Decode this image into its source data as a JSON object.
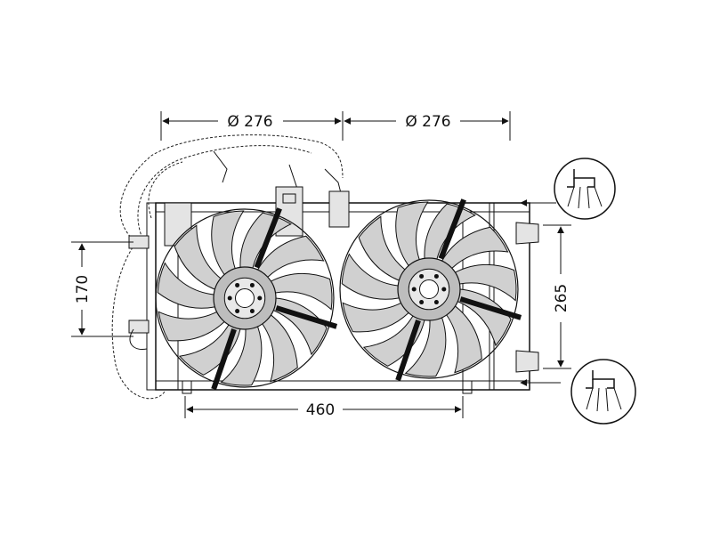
{
  "dimensions": {
    "fan_left_diameter": "Ø 276",
    "fan_right_diameter": "Ø 276",
    "overall_width": "460",
    "left_height": "170",
    "right_height": "265"
  },
  "fan": {
    "blade_count": 11
  },
  "colors": {
    "line": "#111111",
    "blade_fill": "#d0d0d0",
    "background": "#ffffff"
  },
  "icons": [
    "connector-icon-top",
    "connector-icon-bottom"
  ]
}
